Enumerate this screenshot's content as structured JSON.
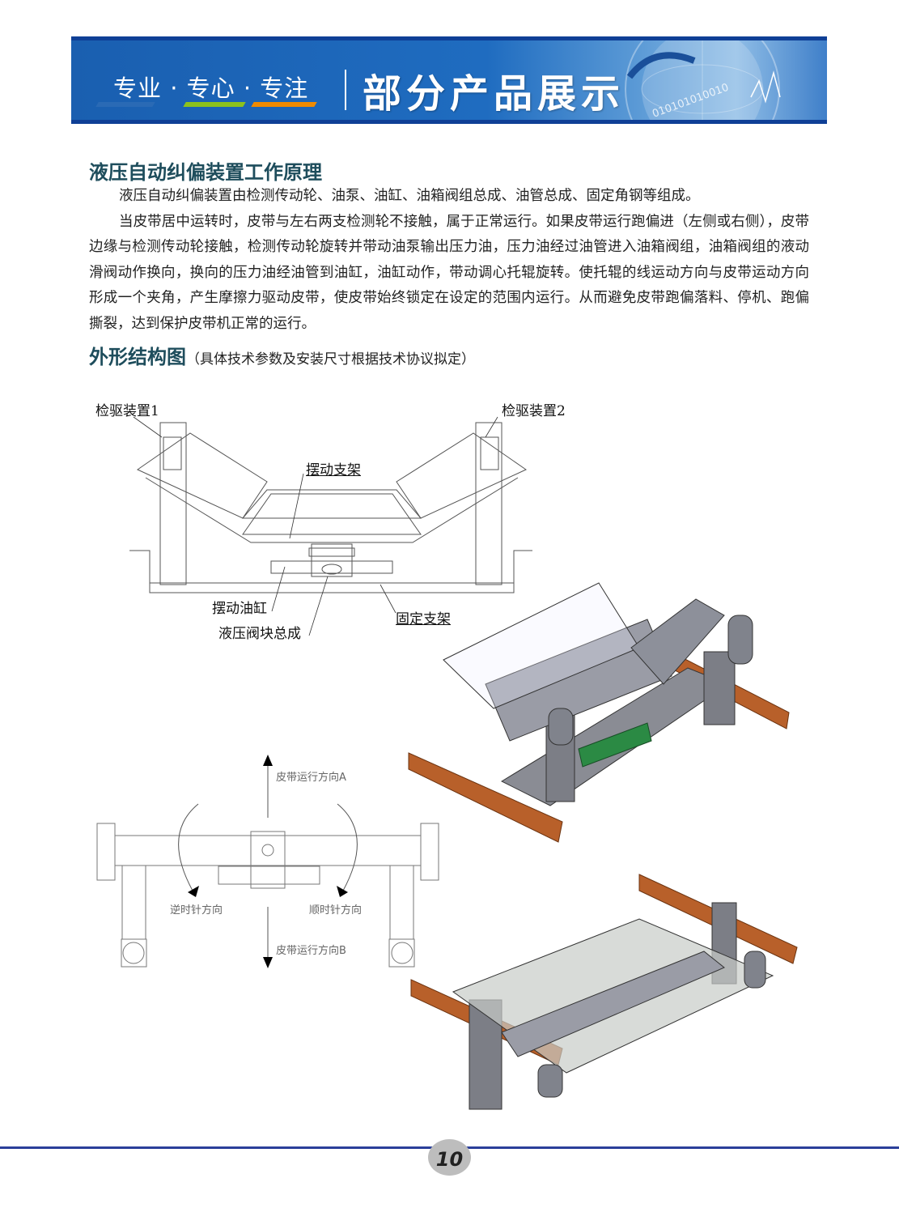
{
  "header": {
    "slogan": "专业 · 专心 · 专注",
    "title": "部分产品展示",
    "accent_colors": {
      "blue": "#1a5fb0",
      "green": "#8cc21d",
      "orange": "#f08a00"
    }
  },
  "section1": {
    "heading": "液压自动纠偏装置工作原理",
    "paragraphs": [
      "液压自动纠偏装置由检测传动轮、油泵、油缸、油箱阀组总成、油管总成、固定角钢等组成。",
      "当皮带居中运转时，皮带与左右两支检测轮不接触，属于正常运行。如果皮带运行跑偏进（左侧或右侧），皮带边缘与检测传动轮接触，检测传动轮旋转并带动油泵输出压力油，压力油经过油管进入油箱阀组，油箱阀组的液动滑阀动作换向，换向的压力油经油管到油缸，油缸动作，带动调心托辊旋转。使托辊的线运动方向与皮带运动方向形成一个夹角，产生摩擦力驱动皮带，使皮带始终锁定在设定的范围内运行。从而避免皮带跑偏落料、停机、跑偏撕裂，达到保护皮带机正常的运行。"
    ]
  },
  "section2": {
    "heading": "外形结构图",
    "note": "（具体技术参数及安装尺寸根据技术协议拟定）"
  },
  "diagram_front": {
    "labels": {
      "detector1": "检驱装置1",
      "detector2": "检驱装置2",
      "swing_frame": "摆动支架",
      "swing_cylinder": "摆动油缸",
      "valve_block": "液压阀块总成",
      "fixed_frame": "固定支架"
    }
  },
  "diagram_top": {
    "labels": {
      "dir_a": "皮带运行方向A",
      "ccw": "逆时针方向",
      "cw": "顺时针方向",
      "dir_b": "皮带运行方向B"
    }
  },
  "footer": {
    "page_number": "10"
  }
}
